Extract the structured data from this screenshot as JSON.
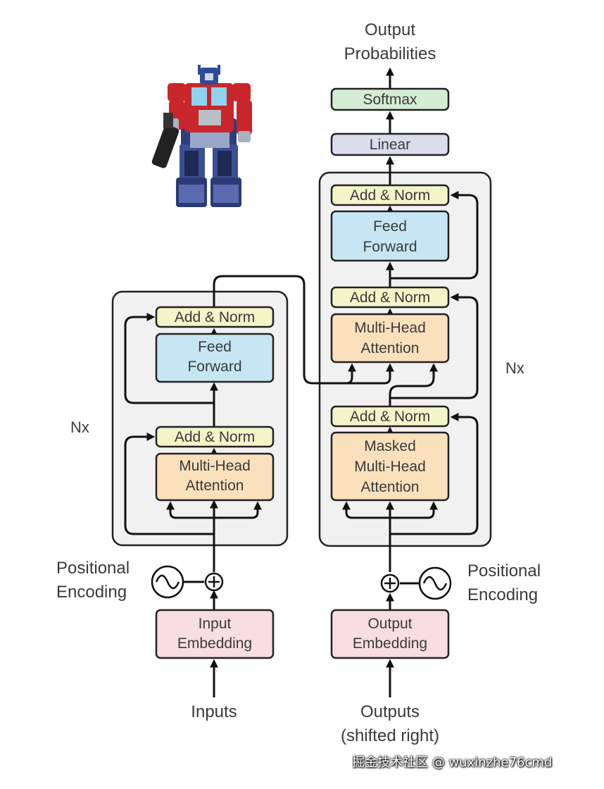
{
  "diagram": {
    "top_output": [
      "Output",
      "Probabilities"
    ],
    "softmax": "Softmax",
    "linear": "Linear",
    "encoder": {
      "nx": "Nx",
      "add_norm_top": "Add & Norm",
      "feed_forward": [
        "Feed",
        "Forward"
      ],
      "add_norm_bottom": "Add & Norm",
      "mha": [
        "Multi-Head",
        "Attention"
      ],
      "positional_encoding": [
        "Positional",
        "Encoding"
      ],
      "embedding": [
        "Input",
        "Embedding"
      ],
      "input_label": "Inputs"
    },
    "decoder": {
      "nx": "Nx",
      "add_norm_top": "Add & Norm",
      "feed_forward": [
        "Feed",
        "Forward"
      ],
      "add_norm_mid": "Add & Norm",
      "mha": [
        "Multi-Head",
        "Attention"
      ],
      "add_norm_bottom": "Add & Norm",
      "masked_mha": [
        "Masked",
        "Multi-Head",
        "Attention"
      ],
      "positional_encoding": [
        "Positional",
        "Encoding"
      ],
      "embedding": [
        "Output",
        "Embedding"
      ],
      "input_label": [
        "Outputs",
        "(shifted right)"
      ]
    },
    "robot_image": "robot-icon",
    "watermark": "掘金技术社区 @ wuxinzhe76cmd",
    "colors": {
      "add_norm": "#f2f5c8",
      "feed_forward": "#c6e6f3",
      "attention": "#fbe0bc",
      "embedding": "#f8dde2",
      "softmax": "#d4ecd3",
      "linear": "#dcdcef",
      "stack_bg": "#f1f1f1"
    }
  }
}
